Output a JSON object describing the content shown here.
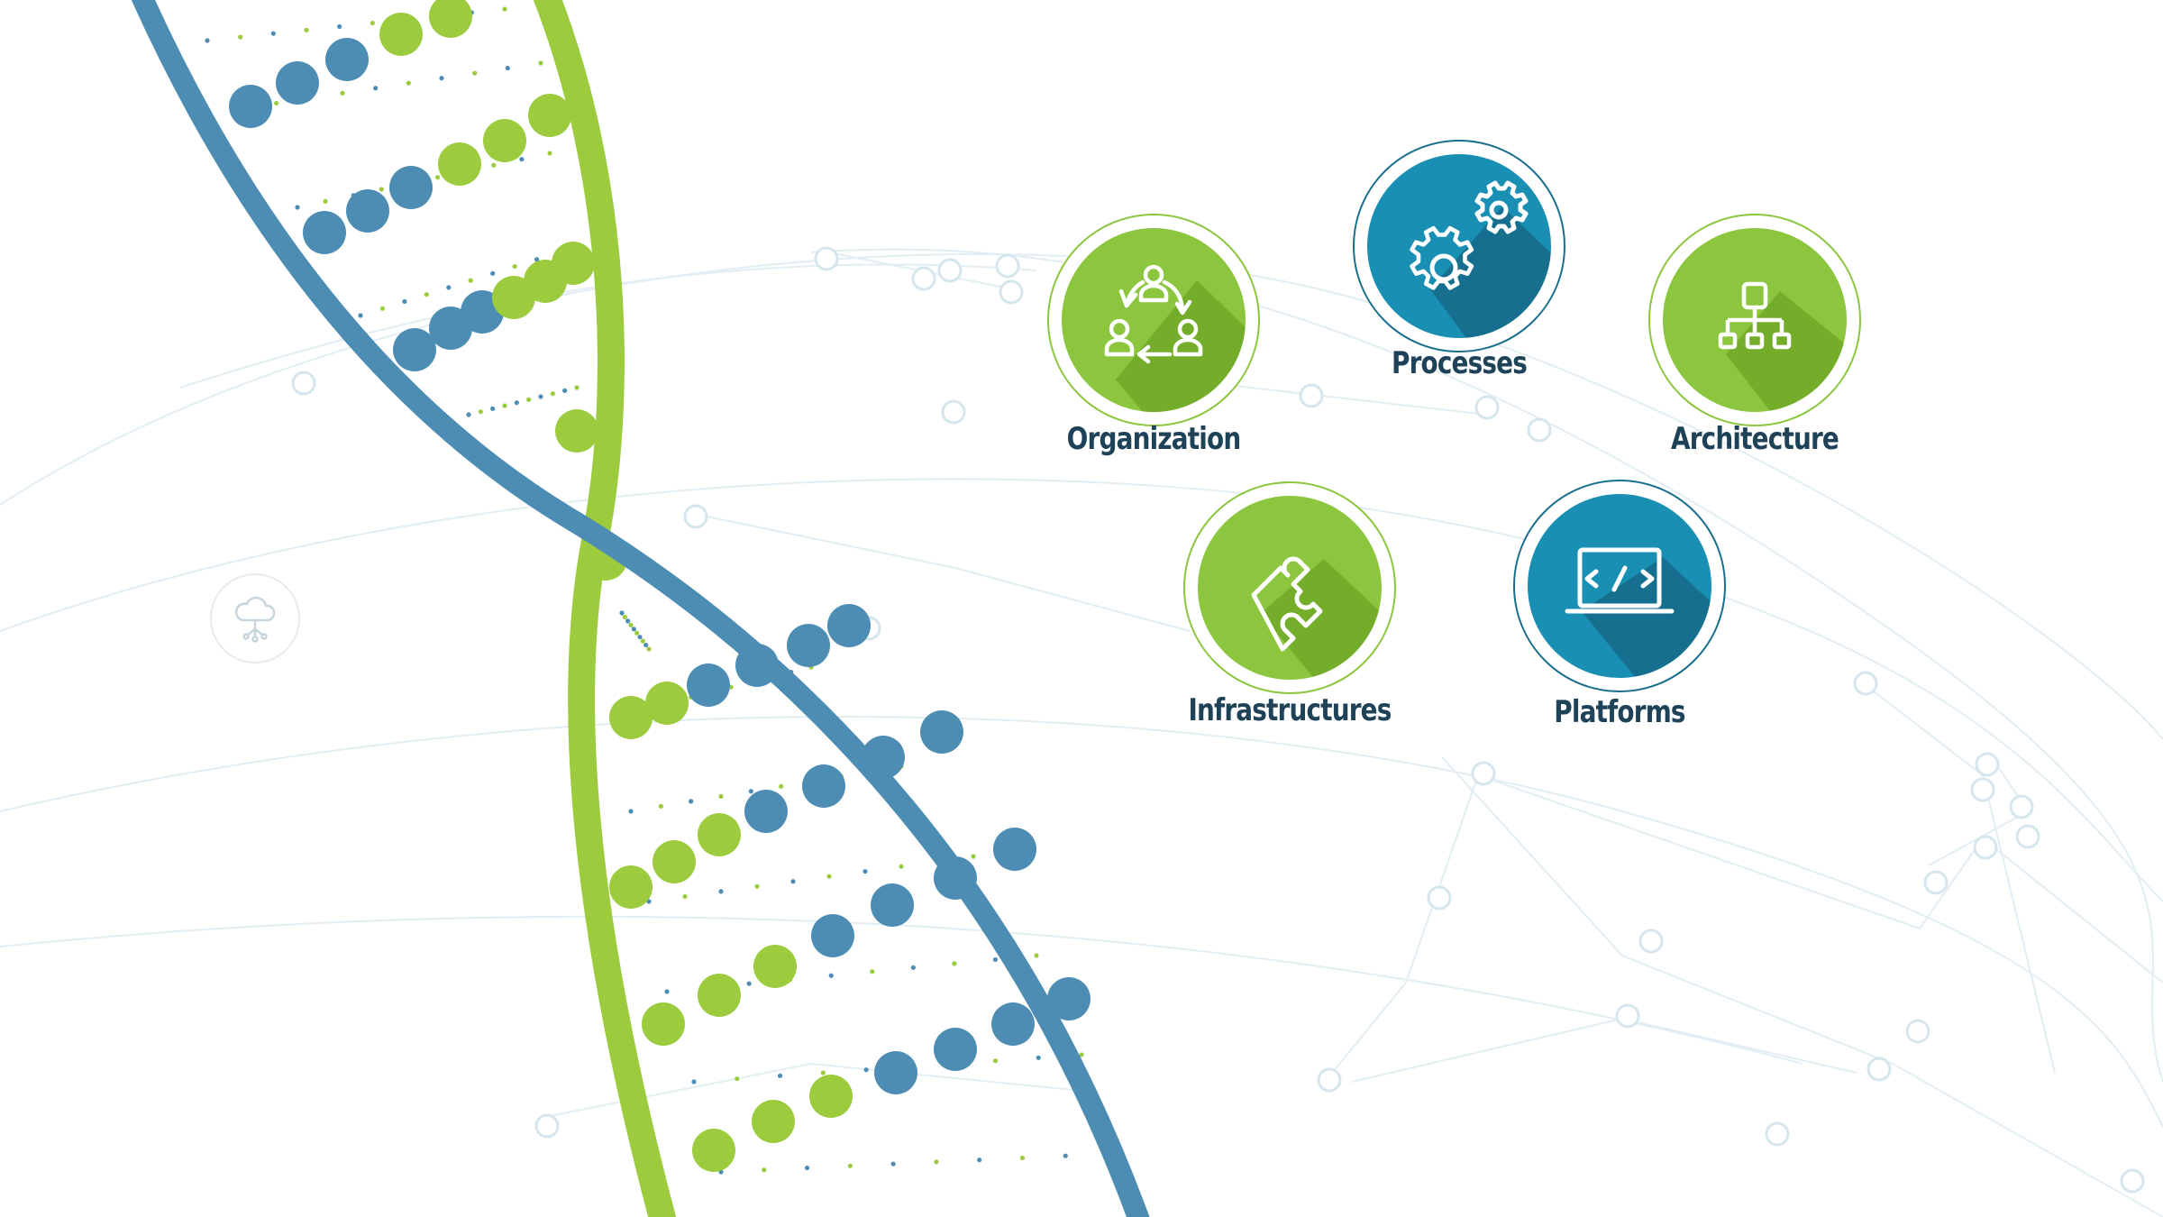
{
  "colors": {
    "green": "#8cc63f",
    "green_dark": "#74ad2a",
    "blue": "#1a8fb4",
    "blue_dark": "#166f8e",
    "strand_blue": "#4d8db4",
    "strand_green": "#9ccc3d",
    "label": "#1e4258",
    "network_line": "#d8e8ef"
  },
  "nodes": [
    {
      "id": "organization",
      "label": "Organization",
      "color": "green",
      "icon": "team-cycle-icon"
    },
    {
      "id": "processes",
      "label": "Processes",
      "color": "blue",
      "icon": "gears-icon"
    },
    {
      "id": "architecture",
      "label": "Architecture",
      "color": "green",
      "icon": "hierarchy-icon"
    },
    {
      "id": "infrastructures",
      "label": "Infrastructures",
      "color": "green",
      "icon": "puzzle-piece-icon"
    },
    {
      "id": "platforms",
      "label": "Platforms",
      "color": "blue",
      "icon": "laptop-code-icon"
    }
  ],
  "decorations": {
    "helix": "dna-double-helix",
    "background": "network-mesh",
    "badge_icon": "cloud-network-icon"
  }
}
